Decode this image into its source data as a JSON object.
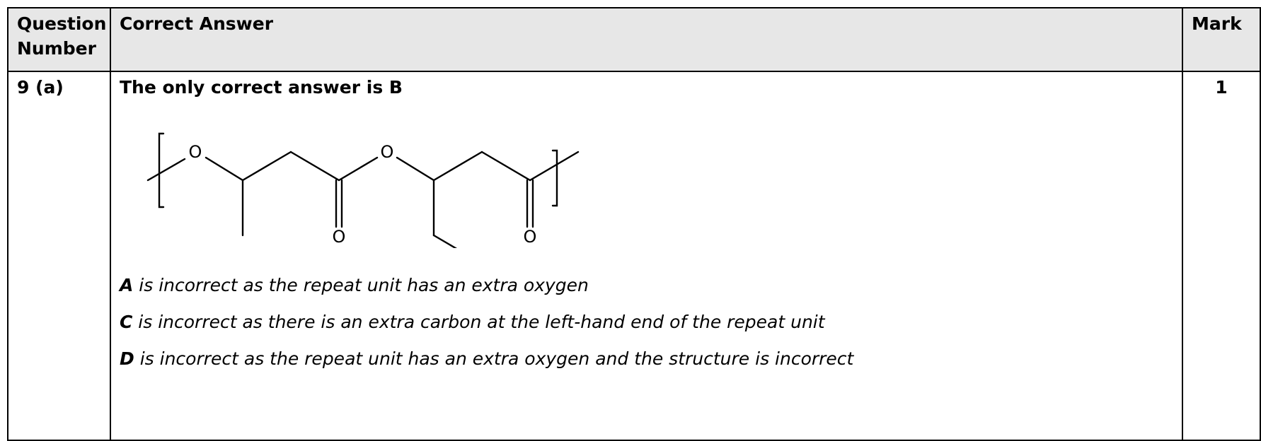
{
  "table": {
    "headers": {
      "question_number": "Question Number",
      "correct_answer": "Correct Answer",
      "mark": "Mark"
    },
    "row": {
      "question_number": "9 (a)",
      "answer_title": "The only correct answer is  B",
      "mark": "1",
      "structure_atoms": {
        "o1": "O",
        "o2": "O",
        "o3": "O",
        "o4": "O"
      },
      "reasons": [
        {
          "letter": "A",
          "text": " is incorrect as the repeat unit has an extra oxygen"
        },
        {
          "letter": "C",
          "text": " is incorrect as there is an extra carbon at the left-hand end of the repeat unit"
        },
        {
          "letter": "D",
          "text": " is incorrect as the repeat unit has an extra oxygen and the structure is incorrect"
        }
      ]
    }
  }
}
